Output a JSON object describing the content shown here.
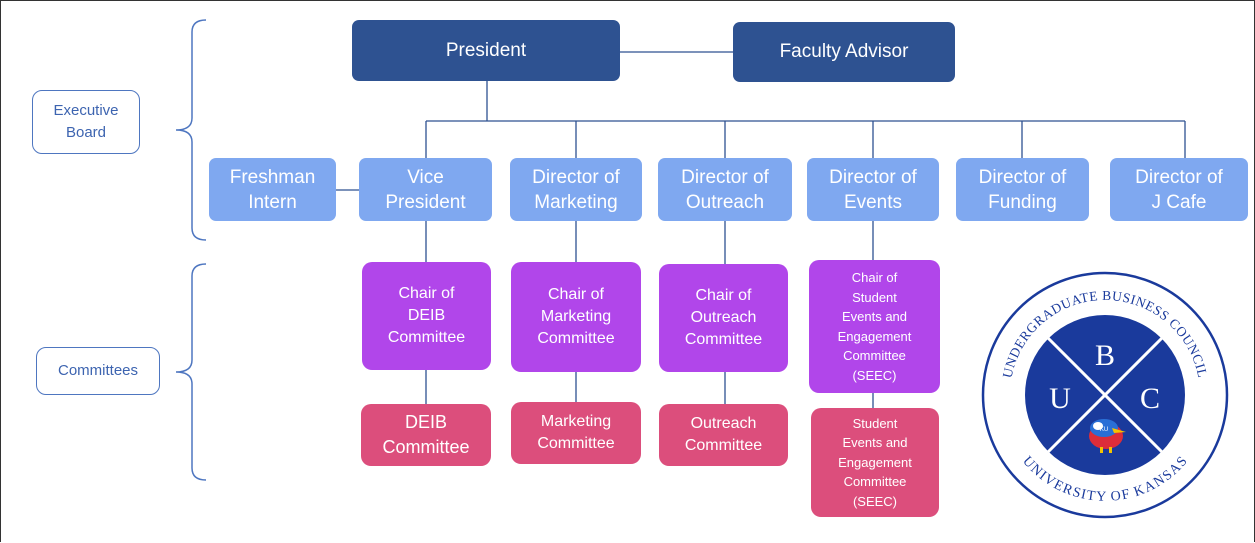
{
  "side_labels": {
    "executive_board": "Executive\nBoard",
    "committees": "Committees"
  },
  "executive": {
    "president": "President",
    "faculty_advisor": "Faculty Advisor"
  },
  "officers": {
    "freshman_intern": "Freshman\nIntern",
    "vice_president": "Vice\nPresident",
    "director_marketing": "Director of\nMarketing",
    "director_outreach": "Director of\nOutreach",
    "director_events": "Director of\nEvents",
    "director_funding": "Director of\nFunding",
    "director_jcafe": "Director of\nJ Cafe"
  },
  "chairs": {
    "deib": "Chair of\nDEIB\nCommittee",
    "marketing": "Chair of\nMarketing\nCommittee",
    "outreach": "Chair of\nOutreach\nCommittee",
    "seec": "Chair of\nStudent\nEvents and\nEngagement\nCommittee\n(SEEC)"
  },
  "committees": {
    "deib": "DEIB\nCommittee",
    "marketing": "Marketing\nCommittee",
    "outreach": "Outreach\nCommittee",
    "seec": "Student\nEvents and\nEngagement\nCommittee\n(SEEC)"
  },
  "logo": {
    "letter_top": "B",
    "letter_left": "U",
    "letter_right": "C",
    "ring_top": "UNDERGRADUATE BUSINESS COUNCIL",
    "ring_bottom": "UNIVERSITY OF KANSAS",
    "mascot_badge": "KU"
  },
  "colors": {
    "executive": "#2e5291",
    "officer": "#7fa8f0",
    "chair": "#b146ea",
    "committee": "#dc4e7c",
    "logo_blue": "#1a3a9c"
  }
}
